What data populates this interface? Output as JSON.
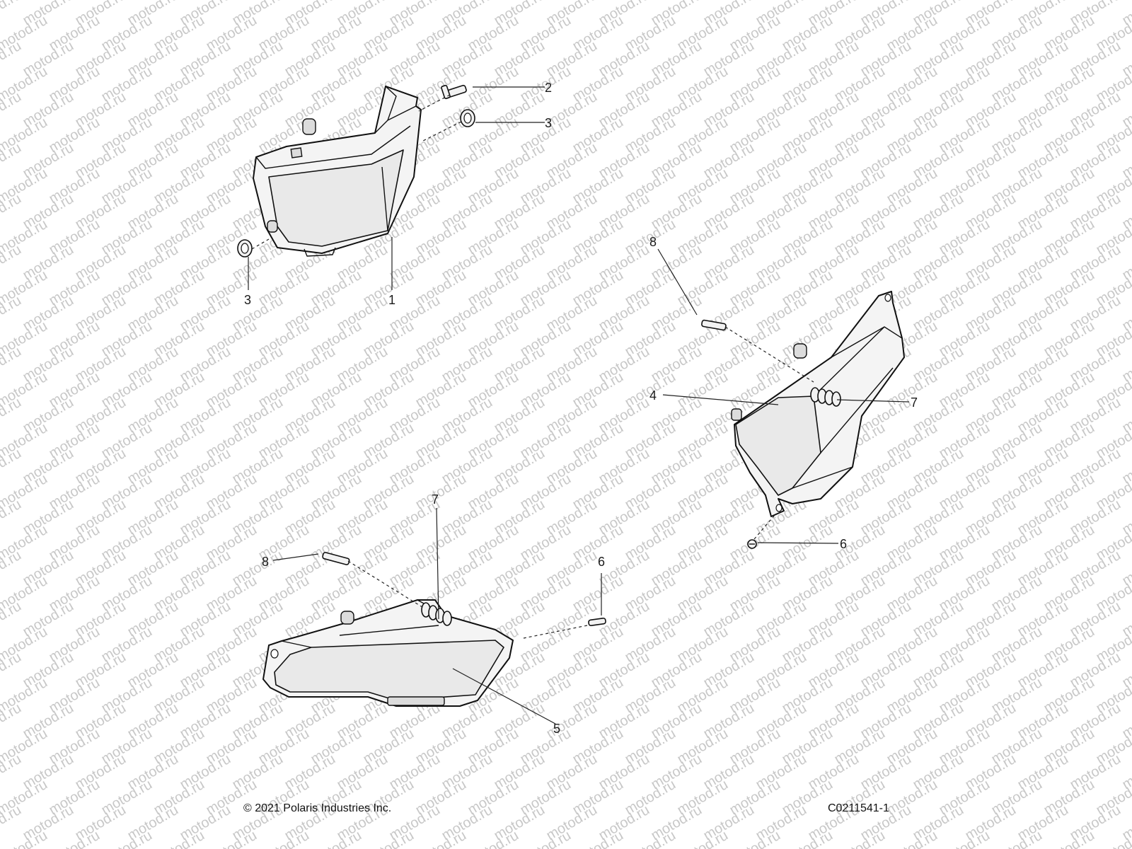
{
  "watermark": {
    "text": "motod.ru"
  },
  "callouts": [
    "1",
    "2",
    "3",
    "3",
    "4",
    "5",
    "6",
    "6",
    "7",
    "7",
    "8",
    "8"
  ],
  "footer": {
    "copyright": "© 2021 Polaris Industries Inc.",
    "drawing_number": "C0211541-1"
  }
}
